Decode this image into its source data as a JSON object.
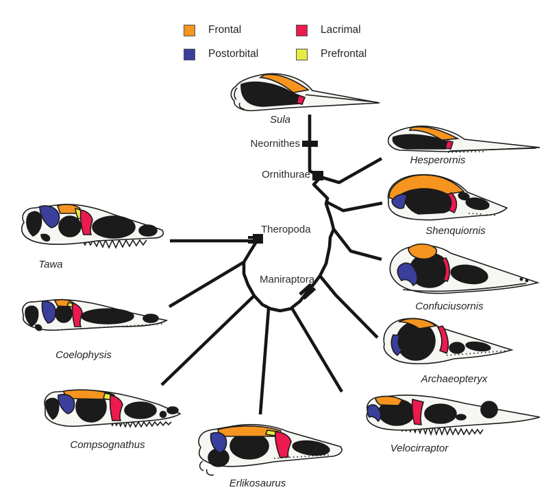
{
  "figure": {
    "background": "#ffffff",
    "description": "Phylogenetic tree of theropods and birds with skull drawings showing homologous skull bones"
  },
  "legend": {
    "items": [
      {
        "label": "Frontal",
        "color": "#F5941F"
      },
      {
        "label": "Postorbital",
        "color": "#3A3F9B"
      },
      {
        "label": "Lacrimal",
        "color": "#EC1A4E"
      },
      {
        "label": "Prefrontal",
        "color": "#E7EB43"
      }
    ]
  },
  "tree": {
    "line_color": "#161616",
    "clade_labels": [
      {
        "id": "neornithes",
        "label": "Neornithes"
      },
      {
        "id": "ornithurae",
        "label": "Ornithurae"
      },
      {
        "id": "theropoda",
        "label": "Theropoda"
      },
      {
        "id": "maniraptora",
        "label": "Maniraptora"
      }
    ]
  },
  "taxa": [
    {
      "id": "sula",
      "label": "Sula"
    },
    {
      "id": "hesperornis",
      "label": "Hesperornis"
    },
    {
      "id": "shenquiornis",
      "label": "Shenquiornis"
    },
    {
      "id": "confuciusornis",
      "label": "Confuciusornis"
    },
    {
      "id": "archaeopteryx",
      "label": "Archaeopteryx"
    },
    {
      "id": "velocirraptor",
      "label": "Velocirraptor"
    },
    {
      "id": "erlikosaurus",
      "label": "Erlikosaurus"
    },
    {
      "id": "compsognathus",
      "label": "Compsognathus"
    },
    {
      "id": "coelophysis",
      "label": "Coelophysis"
    },
    {
      "id": "tawa",
      "label": "Tawa"
    }
  ]
}
